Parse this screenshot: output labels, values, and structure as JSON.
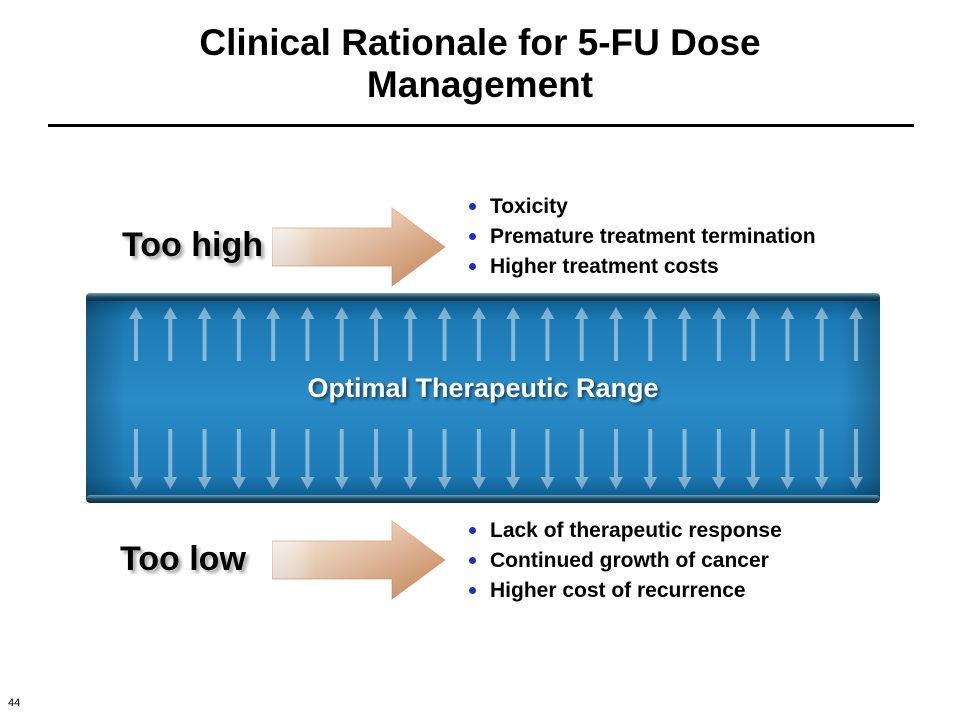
{
  "slide": {
    "title_line1": "Clinical Rationale for 5-FU Dose",
    "title_line2": "Management",
    "slide_number": "44"
  },
  "too_high": {
    "label": "Too high",
    "bullets": [
      "Toxicity",
      "Premature treatment termination",
      "Higher treatment costs"
    ]
  },
  "range": {
    "label": "Optimal Therapeutic Range"
  },
  "too_low": {
    "label": "Too low",
    "bullets": [
      "Lack of therapeutic response",
      "Continued growth of cancer",
      "Higher cost of recurrence"
    ]
  },
  "colors": {
    "bullet": "#1a2fc8",
    "band_dark": "#0b5a8c",
    "band_mid": "#2a8cc8",
    "arrow_light": "#f6dcc3",
    "arrow_dark": "#d8976a"
  },
  "icons": {
    "range_arrow_up": "arrow-up-icon",
    "range_arrow_down": "arrow-down-icon",
    "pointer": "arrow-right-icon"
  }
}
